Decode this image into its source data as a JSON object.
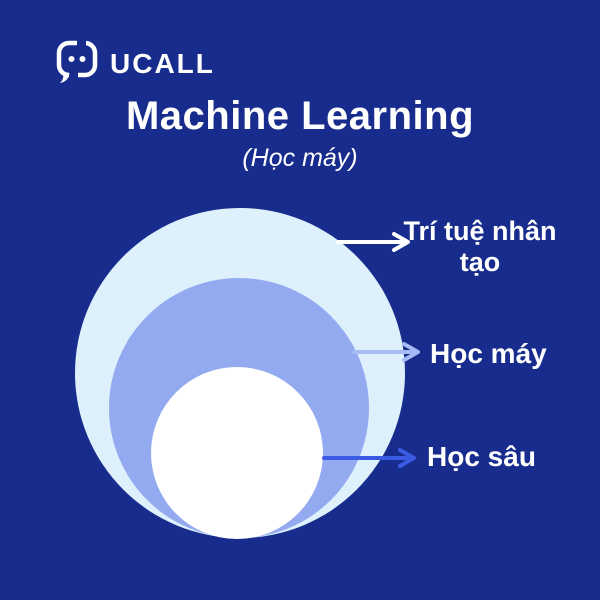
{
  "colors": {
    "background": "#172c8c",
    "text": "#ffffff",
    "ring_ai_fill": "#ddf0fc",
    "ring_ml_fill": "#93aaf0",
    "ring_dl_fill": "#ffffff",
    "arrow_ai": "#ffffff",
    "arrow_ml": "#a6baf3",
    "arrow_dl": "#3b5be4"
  },
  "logo": {
    "brand": "UCALL"
  },
  "header": {
    "title": "Machine Learning",
    "subtitle": "(Học máy)"
  },
  "diagram": {
    "type": "nested-euler",
    "rings": [
      {
        "id": "ai",
        "label": "Trí tuệ nhân tạo",
        "fill": "#ddf0fc",
        "arrow_color": "#ffffff"
      },
      {
        "id": "ml",
        "label": "Học máy",
        "fill": "#93aaf0",
        "arrow_color": "#a6baf3"
      },
      {
        "id": "dl",
        "label": "Học sâu",
        "fill": "#ffffff",
        "arrow_color": "#3b5be4"
      }
    ]
  }
}
